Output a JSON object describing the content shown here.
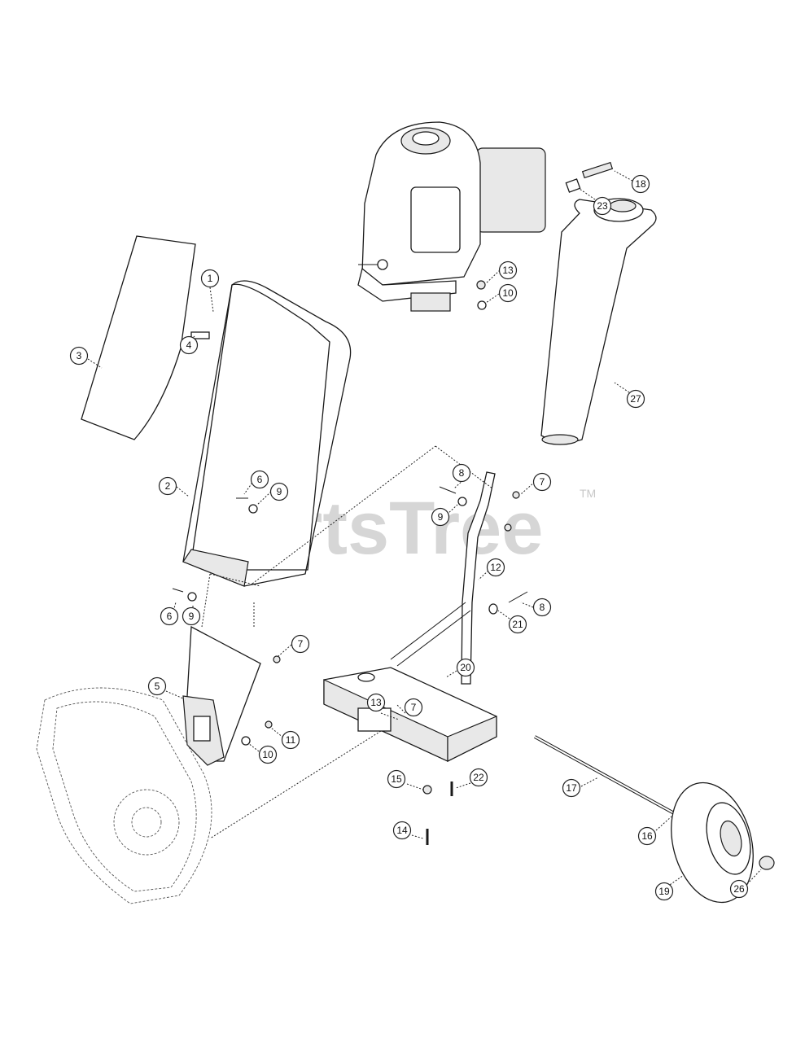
{
  "watermark": {
    "text": "PartsTree",
    "tm": "TM"
  },
  "callouts": [
    "1",
    "2",
    "3",
    "4",
    "5",
    "6",
    "7",
    "8",
    "9",
    "10",
    "11",
    "12",
    "13",
    "14",
    "15",
    "16",
    "17",
    "18",
    "19",
    "20",
    "21",
    "22",
    "23",
    "26",
    "27"
  ]
}
